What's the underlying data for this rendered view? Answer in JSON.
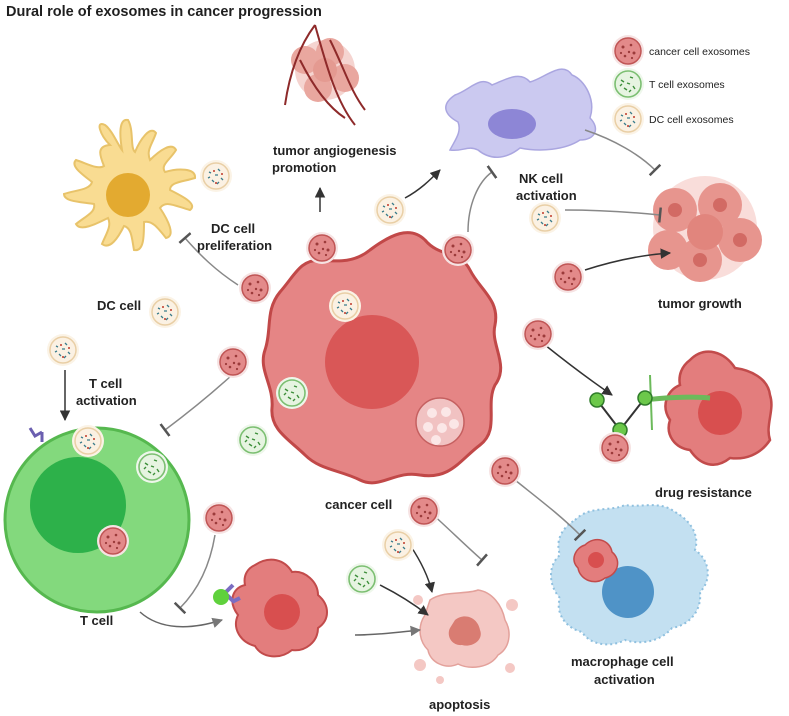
{
  "title": "Dural role of exosomes in cancer progression",
  "legend": {
    "cancer": "cancer cell exosomes",
    "tcell": "T cell exosomes",
    "dc": "DC cell exosomes"
  },
  "labels": {
    "dc_cell": "DC cell",
    "dc_prolif_1": "DC cell",
    "dc_prolif_2": "preliferation",
    "angio_1": "tumor angiogenesis",
    "angio_2": "promotion",
    "nk_1": "NK cell",
    "nk_2": "activation",
    "tumor_growth": "tumor growth",
    "tcell_act_1": "T cell",
    "tcell_act_2": "activation",
    "t_cell": "T cell",
    "cancer_cell": "cancer cell",
    "drug_resistance": "drug resistance",
    "macrophage_1": "macrophage cell",
    "macrophage_2": "activation",
    "apoptosis": "apoptosis"
  },
  "colors": {
    "cancer_cell": "#e07b7b",
    "cancer_nucleus": "#d85c5c",
    "cancer_exosome": "#e58e8e",
    "tcell_exosome": "#d6ecd0",
    "dc_exosome": "#fbefe0",
    "dc_cell": "#f7d98a",
    "nk_cell": "#c7c5ec",
    "t_cell": "#7fd678",
    "macrophage": "#bfdcee"
  }
}
